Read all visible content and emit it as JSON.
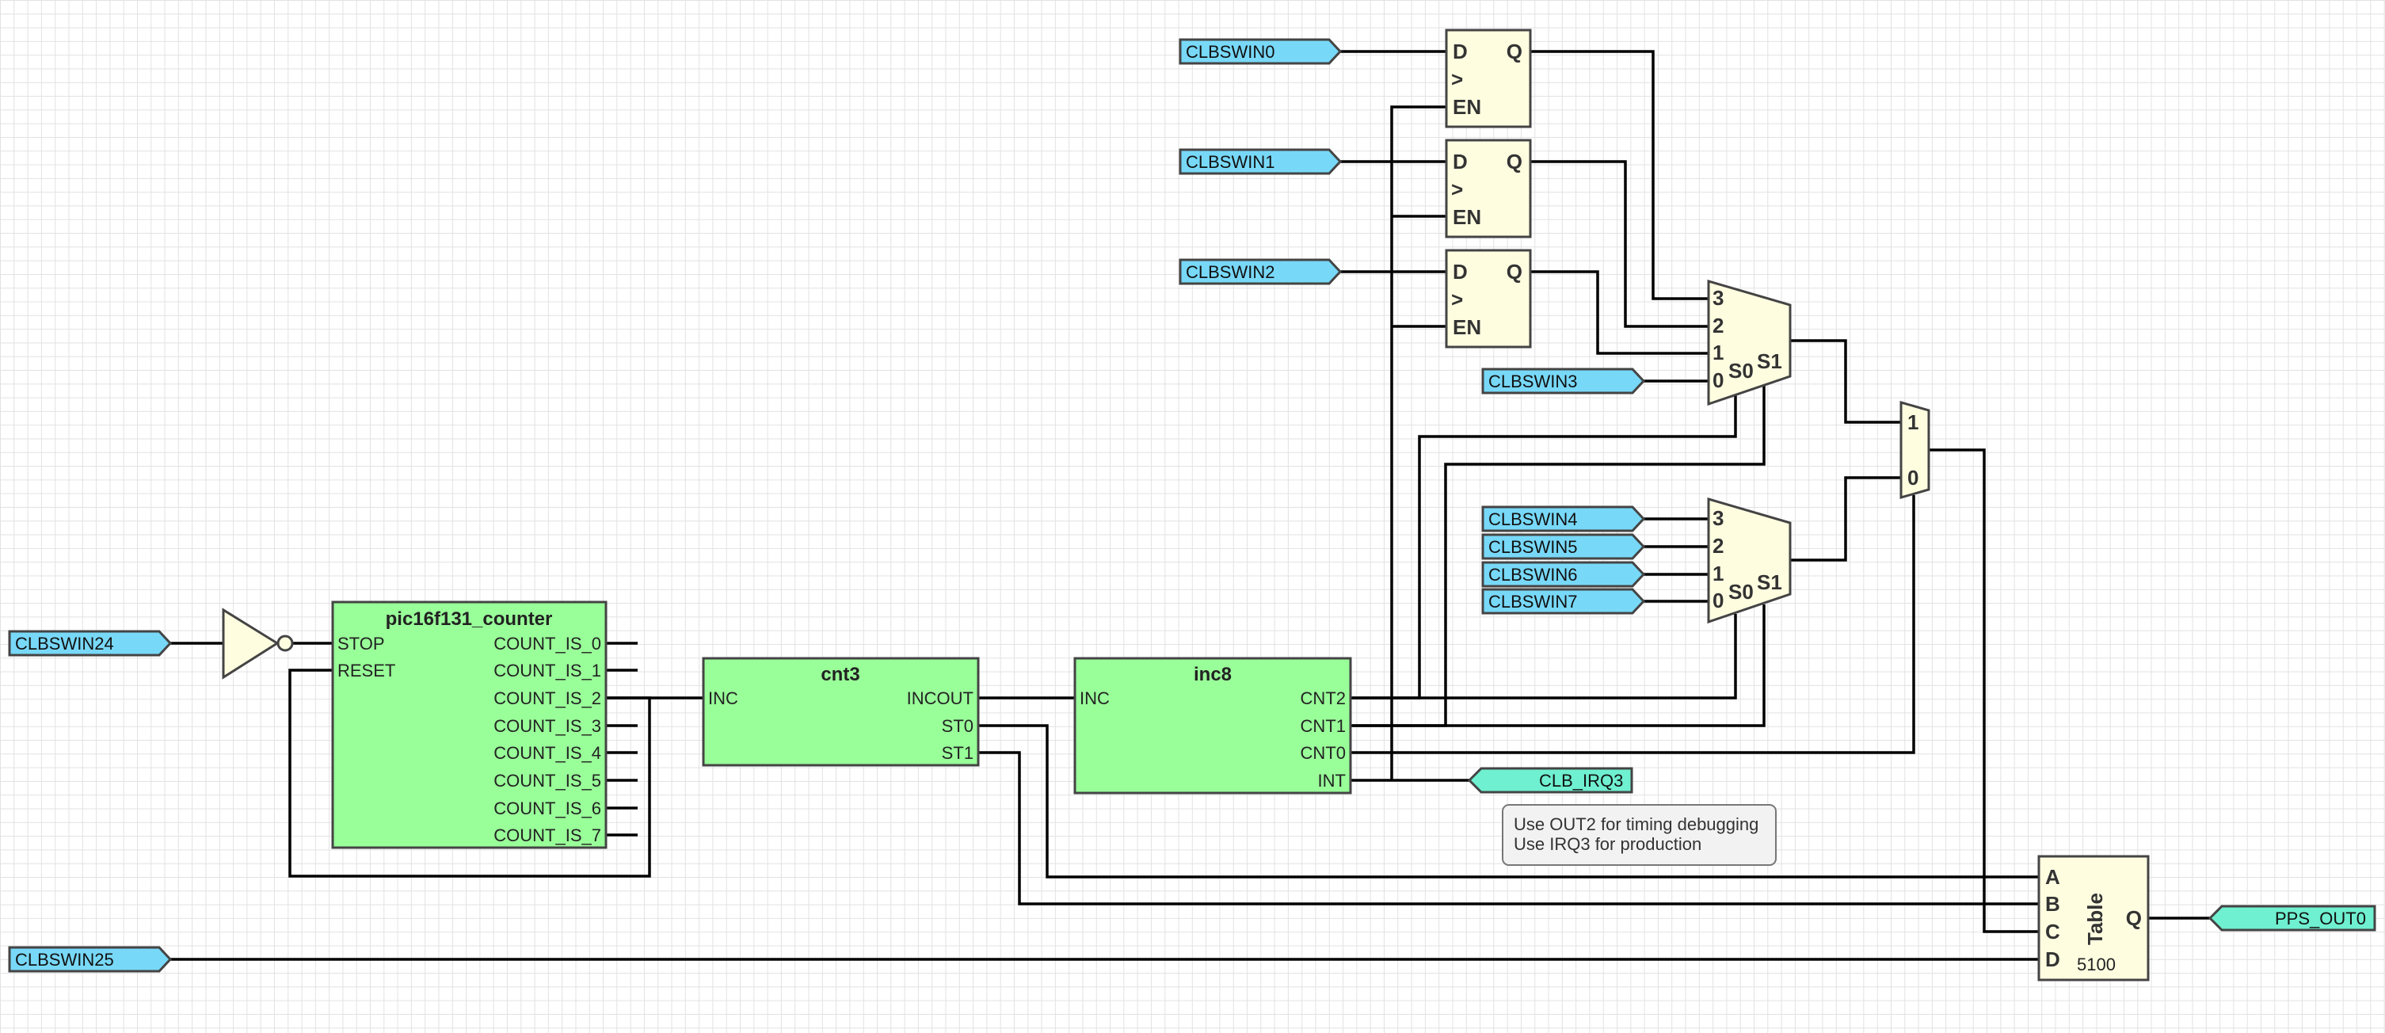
{
  "inputs": {
    "in0": "CLBSWIN0",
    "in1": "CLBSWIN1",
    "in2": "CLBSWIN2",
    "in3": "CLBSWIN3",
    "in4": "CLBSWIN4",
    "in5": "CLBSWIN5",
    "in6": "CLBSWIN6",
    "in7": "CLBSWIN7",
    "in24": "CLBSWIN24",
    "in25": "CLBSWIN25"
  },
  "outputs": {
    "irq": "CLB_IRQ3",
    "pps": "PPS_OUT0"
  },
  "counter": {
    "title": "pic16f131_counter",
    "in_stop": "STOP",
    "in_reset": "RESET",
    "outs": [
      "COUNT_IS_0",
      "COUNT_IS_1",
      "COUNT_IS_2",
      "COUNT_IS_3",
      "COUNT_IS_4",
      "COUNT_IS_5",
      "COUNT_IS_6",
      "COUNT_IS_7"
    ]
  },
  "cnt3": {
    "title": "cnt3",
    "in_inc": "INC",
    "out_incout": "INCOUT",
    "out_st0": "ST0",
    "out_st1": "ST1"
  },
  "inc8": {
    "title": "inc8",
    "in_inc": "INC",
    "out_cnt2": "CNT2",
    "out_cnt1": "CNT1",
    "out_cnt0": "CNT0",
    "out_int": "INT"
  },
  "flipflop": {
    "d": "D",
    "q": "Q",
    "clk": ">",
    "en": "EN"
  },
  "mux4": {
    "i3": "3",
    "i2": "2",
    "i1": "1",
    "i0": "0",
    "s0": "S0",
    "s1": "S1"
  },
  "mux2": {
    "i1": "1",
    "i0": "0"
  },
  "table": {
    "title": "Table",
    "a": "A",
    "b": "B",
    "c": "C",
    "d": "D",
    "q": "Q",
    "value": "5100"
  },
  "note": {
    "line1": "Use OUT2 for timing debugging",
    "line2": "Use IRQ3 for production"
  },
  "colors": {
    "block_fill": "#99ff99",
    "component_fill": "#fffde0",
    "input_port": "#78d8f8",
    "output_port": "#6ff0d0"
  }
}
